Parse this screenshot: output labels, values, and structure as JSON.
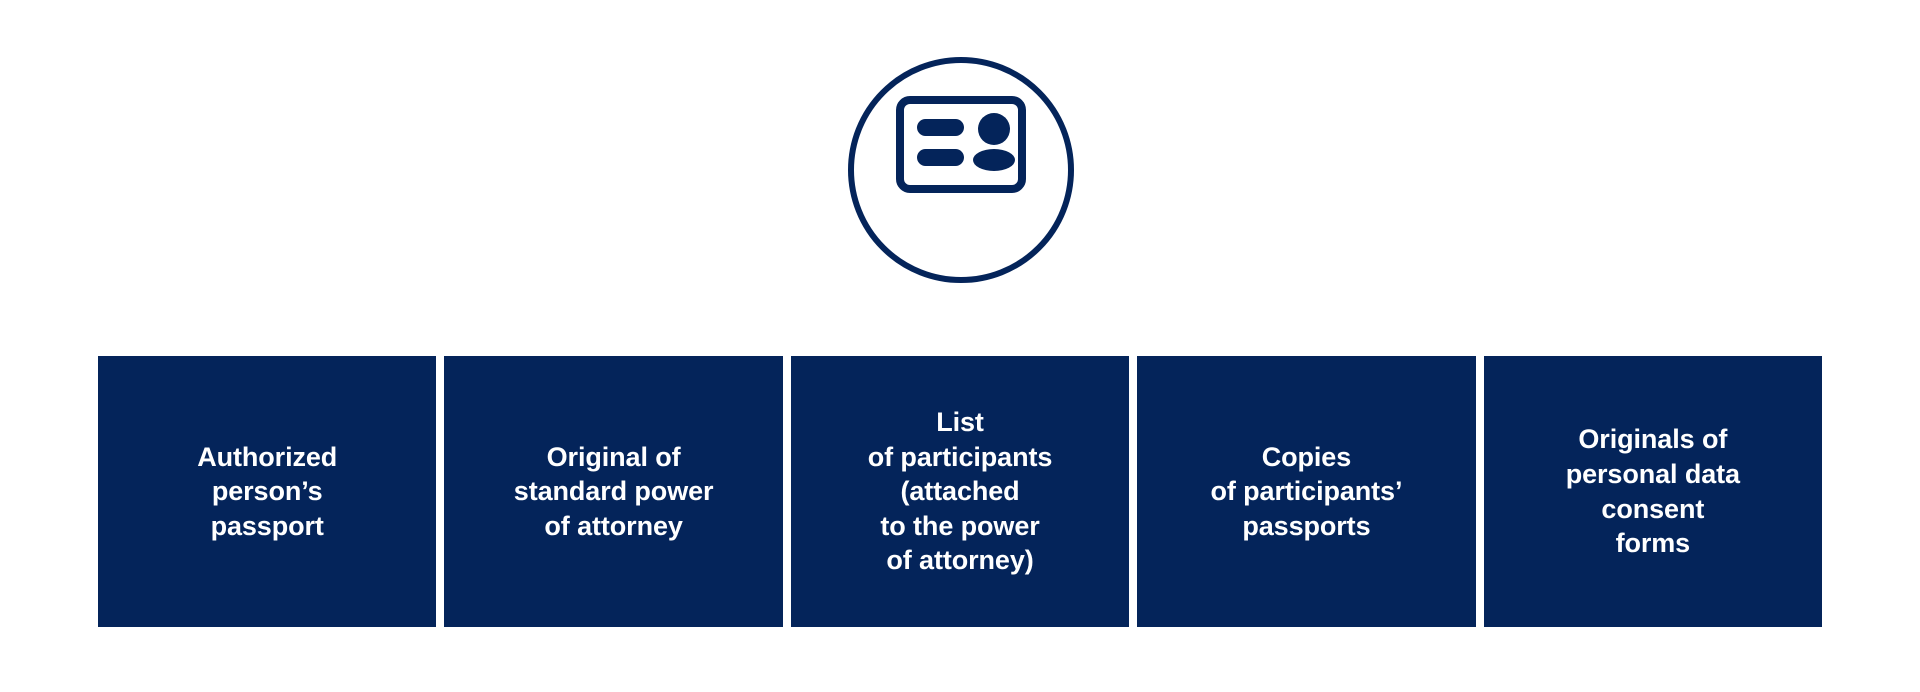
{
  "background_color": "#FFFFFF",
  "brand_color": "#04245A",
  "text_color": "#FFFFFF",
  "icon": {
    "name": "id-card-icon",
    "container": "circle-outline",
    "color": "#04245A",
    "parts": [
      "card-outline",
      "text-line-1",
      "text-line-2",
      "person-head",
      "person-shoulders"
    ]
  },
  "cards": [
    {
      "name": "card-authorized-person-passport",
      "text": "Authorized\nperson’s\npassport",
      "lines": [
        "Authorized",
        "person’s",
        "passport"
      ]
    },
    {
      "name": "card-original-power-of-attorney",
      "text": "Original of\nstandard power\nof attorney",
      "lines": [
        "Original of",
        "standard power",
        "of attorney"
      ]
    },
    {
      "name": "card-list-of-participants",
      "text": "List\nof participants\n(attached\nto the power\nof attorney)",
      "lines": [
        "List",
        "of participants",
        "(attached",
        "to the power",
        "of attorney)"
      ]
    },
    {
      "name": "card-copies-participants-passports",
      "text": "Copies\nof participants’\npassports",
      "lines": [
        "Copies",
        "of participants’",
        "passports"
      ]
    },
    {
      "name": "card-personal-data-consent-forms",
      "text": "Originals of\npersonal data\nconsent\nforms",
      "lines": [
        "Originals of",
        "personal data",
        "consent",
        "forms"
      ]
    }
  ]
}
